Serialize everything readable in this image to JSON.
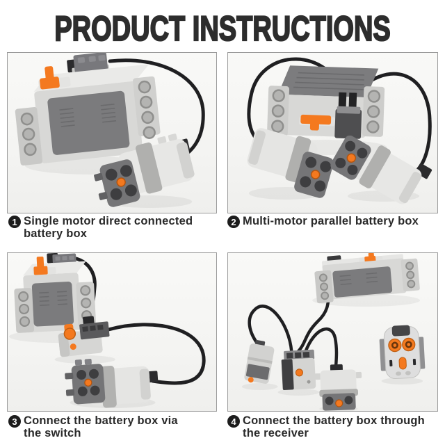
{
  "title": "PRODUCT INSTRUCTIONS",
  "panels": [
    {
      "number": "1",
      "caption": "Single motor direct connected\nbattery box",
      "components": [
        "battery-box",
        "motor",
        "connection-cable"
      ]
    },
    {
      "number": "2",
      "caption": "Multi-motor parallel battery box",
      "components": [
        "battery-box",
        "motor",
        "motor",
        "connection-cable",
        "connection-cable"
      ]
    },
    {
      "number": "3",
      "caption": "Connect the battery box via\nthe switch",
      "components": [
        "battery-box",
        "polarity-switch",
        "motor",
        "connection-cable",
        "connection-cable"
      ]
    },
    {
      "number": "4",
      "caption": "Connect the battery box through\nthe receiver",
      "components": [
        "battery-box",
        "ir-receiver",
        "extension-wire-plug",
        "motor",
        "remote-control",
        "connection-cable",
        "connection-cable",
        "connection-cable"
      ]
    }
  ],
  "colors": {
    "accent_orange": "#f4791f",
    "brick_light_grey": "#d8d8d6",
    "brick_dark_grey": "#7b7b7d",
    "cable_black": "#1f1f21",
    "panel_background": "#f5f5f3",
    "panel_border": "#9a9a9a",
    "text": "#2a2a2a",
    "badge_background": "#1c1c1c"
  }
}
